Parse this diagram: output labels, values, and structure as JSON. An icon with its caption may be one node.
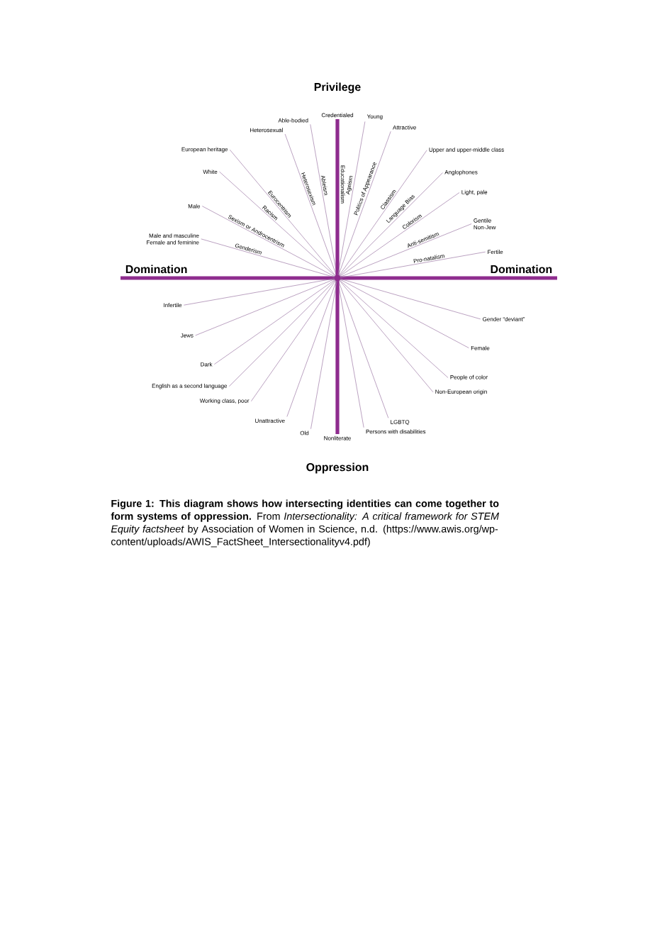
{
  "diagram": {
    "caption": "**Figure 1: This diagram shows how intersecting identities can come together to form systems of oppression.** From *Intersectionality: A critical framework for STEM Equity factsheet* by Association of Women in Science, n.d. (https://www.awis.org/wp-content/uploads/AWIS_FactSheet_Intersectionalityv4.pdf)",
    "nodes": [
      {
        "text": [
          "Domination"
        ]
      },
      {
        "text": [
          "Domination"
        ]
      },
      {
        "text": [
          "Male and masculine",
          "Female and feminine"
        ]
      },
      {
        "text": [
          "Male"
        ]
      },
      {
        "text": [
          "White"
        ]
      },
      {
        "text": [
          "European heritage"
        ]
      },
      {
        "text": [
          "Heterosexual"
        ]
      },
      {
        "text": [
          "Able-bodied"
        ]
      },
      {
        "text": [
          "Credentialed"
        ]
      },
      {
        "text": [
          "Young"
        ]
      },
      {
        "text": [
          "Attractive"
        ]
      },
      {
        "text": [
          "Upper and upper-middle class"
        ]
      },
      {
        "text": [
          "Anglophones"
        ]
      },
      {
        "text": [
          "Light, pale"
        ]
      },
      {
        "text": [
          "Gentile",
          "Non-Jew"
        ]
      },
      {
        "text": [
          "Fertile"
        ]
      },
      {
        "text": [
          "Gender “deviant”"
        ]
      },
      {
        "text": [
          "Female"
        ]
      },
      {
        "text": [
          "People of color"
        ]
      },
      {
        "text": [
          "Non-European origin"
        ]
      },
      {
        "text": [
          "LGBTQ"
        ]
      },
      {
        "text": [
          "Persons with disabilities"
        ]
      },
      {
        "text": [
          "Nonliterate"
        ]
      },
      {
        "text": [
          "Old"
        ]
      },
      {
        "text": [
          "Unattractive"
        ]
      },
      {
        "text": [
          "Working class, poor"
        ]
      },
      {
        "text": [
          "English as a second language"
        ]
      },
      {
        "text": [
          "Dark"
        ]
      },
      {
        "text": [
          "Jews"
        ]
      },
      {
        "text": [
          "Infertile"
        ]
      }
    ],
    "edges": [
      {
        "from": 0,
        "to": 1,
        "arrow": "none",
        "style": "thick",
        "color": "#8e2c8e"
      },
      {
        "from": 2,
        "to": 16,
        "arrow": "none",
        "label": "Genderism"
      },
      {
        "from": 3,
        "to": 17,
        "arrow": "none",
        "label": "Sexism or Androcentrism"
      },
      {
        "from": 4,
        "to": 18,
        "arrow": "none",
        "label": "Racism"
      },
      {
        "from": 5,
        "to": 19,
        "arrow": "none",
        "label": "Eurocentrism"
      },
      {
        "from": 6,
        "to": 20,
        "arrow": "none",
        "label": "Heterosexism"
      },
      {
        "from": 7,
        "to": 21,
        "arrow": "none",
        "label": "Ableism"
      },
      {
        "from": 8,
        "to": 22,
        "arrow": "none",
        "label": "Educationalism",
        "style": "thick",
        "color": "#8e2c8e"
      },
      {
        "from": 9,
        "to": 23,
        "arrow": "none",
        "label": "Ageism"
      },
      {
        "from": 10,
        "to": 24,
        "arrow": "none",
        "label": "Politics of Appearance"
      },
      {
        "from": 11,
        "to": 25,
        "arrow": "none",
        "label": "Classism"
      },
      {
        "from": 12,
        "to": 26,
        "arrow": "none",
        "label": "Language Bias"
      },
      {
        "from": 13,
        "to": 27,
        "arrow": "none",
        "label": "Colorism"
      },
      {
        "from": 14,
        "to": 28,
        "arrow": "none",
        "label": "Anti-semitism"
      },
      {
        "from": 15,
        "to": 29,
        "arrow": "none",
        "label": "Pro-natalism"
      }
    ],
    "labels": [
      "Privilege",
      "Oppression"
    ]
  }
}
